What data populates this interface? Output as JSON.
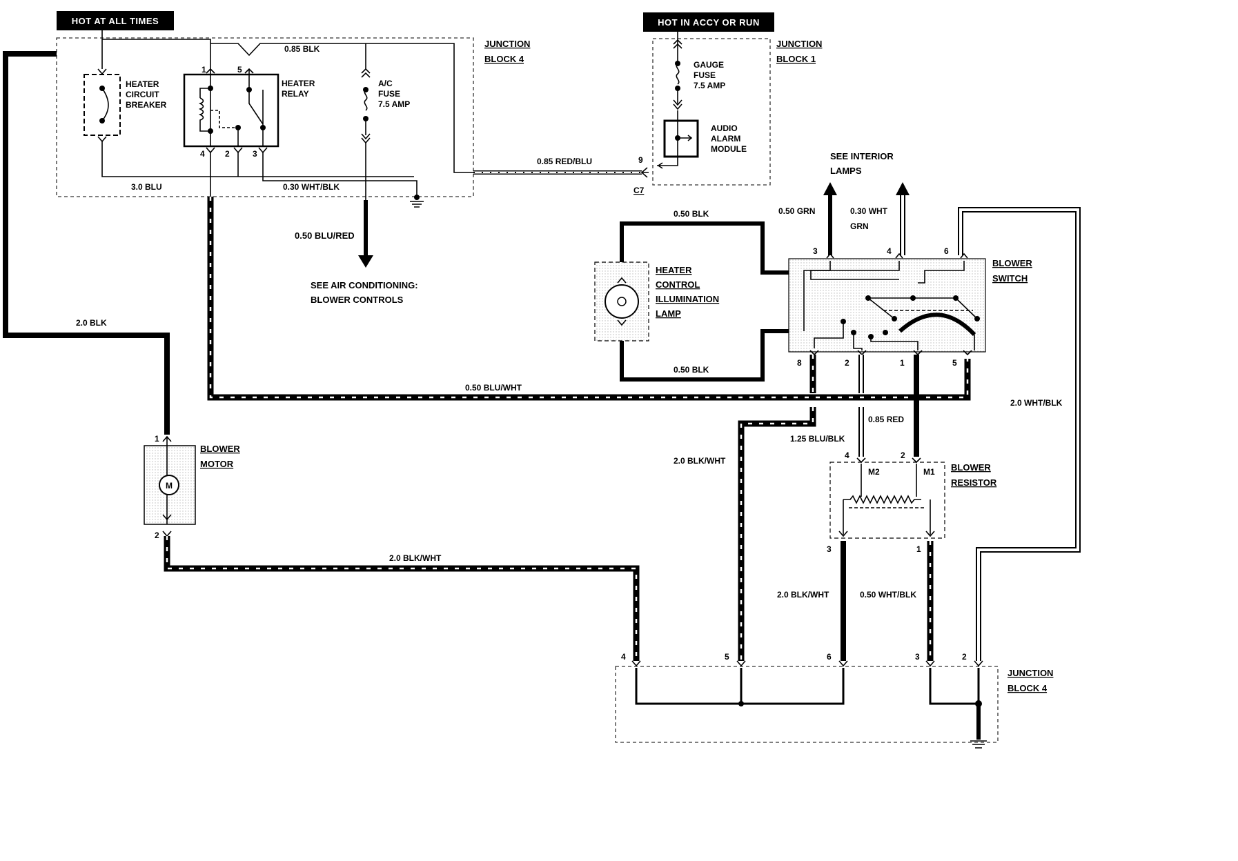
{
  "headers": {
    "hot_at_all_times": "HOT AT ALL TIMES",
    "hot_in_accy_or_run": "HOT IN ACCY OR RUN"
  },
  "blocks": {
    "junction_block_4_top": [
      "JUNCTION",
      "BLOCK 4"
    ],
    "junction_block_1": [
      "JUNCTION",
      "BLOCK 1"
    ],
    "junction_block_4_bottom": [
      "JUNCTION",
      "BLOCK 4"
    ]
  },
  "components": {
    "heater_circuit_breaker": [
      "HEATER",
      "CIRCUIT",
      "BREAKER"
    ],
    "heater_relay": [
      "HEATER",
      "RELAY"
    ],
    "ac_fuse": [
      "A/C",
      "FUSE",
      "7.5 AMP"
    ],
    "gauge_fuse": [
      "GAUGE",
      "FUSE",
      "7.5 AMP"
    ],
    "audio_alarm_module": [
      "AUDIO",
      "ALARM",
      "MODULE"
    ],
    "heater_control_illumination_lamp": [
      "HEATER",
      "CONTROL",
      "ILLUMINATION",
      "LAMP"
    ],
    "blower_switch": [
      "BLOWER",
      "SWITCH"
    ],
    "blower_motor": [
      "BLOWER",
      "MOTOR"
    ],
    "blower_motor_symbol": "M",
    "blower_resistor": [
      "BLOWER",
      "RESISTOR"
    ],
    "resistor_m1": "M1",
    "resistor_m2": "M2",
    "lamp_symbol": "0"
  },
  "references": {
    "see_air_conditioning": [
      "SEE AIR CONDITIONING:",
      "BLOWER CONTROLS"
    ],
    "see_interior_lamps": [
      "SEE INTERIOR",
      "LAMPS"
    ]
  },
  "connector": {
    "name": "C7",
    "pin": "9"
  },
  "wires": {
    "w085blk": "0.85 BLK",
    "w30blu": "3.0 BLU",
    "w030whtblk_top": "0.30 WHT/BLK",
    "w050blured": "0.50 BLU/RED",
    "w085redblu": "0.85 RED/BLU",
    "w050blk_top": "0.50 BLK",
    "w050blk_bottom": "0.50 BLK",
    "w050grn": "0.50 GRN",
    "w030whtgrn": [
      "0.30 WHT",
      "GRN"
    ],
    "w20blk": "2.0 BLK",
    "w050bluwht": "0.50 BLU/WHT",
    "w085red": "0.85 RED",
    "w125blublk": "1.25 BLU/BLK",
    "w20blkwht_left": "2.0 BLK/WHT",
    "w20blkwht_mid": "2.0 BLK/WHT",
    "w20blkwht_bottom": "2.0 BLK/WHT",
    "w050whtblk_bottom": "0.50 WHT/BLK",
    "w20whtblk": "2.0 WHT/BLK"
  },
  "pins": {
    "relay": [
      "1",
      "5",
      "4",
      "2",
      "3"
    ],
    "switch_top": [
      "3",
      "4",
      "6"
    ],
    "switch_bottom": [
      "8",
      "2",
      "1",
      "5"
    ],
    "motor": [
      "1",
      "2"
    ],
    "resistor_top": [
      "4",
      "2"
    ],
    "resistor_bottom": [
      "3",
      "1"
    ],
    "junction_bottom": [
      "4",
      "5",
      "6",
      "3",
      "2"
    ]
  }
}
